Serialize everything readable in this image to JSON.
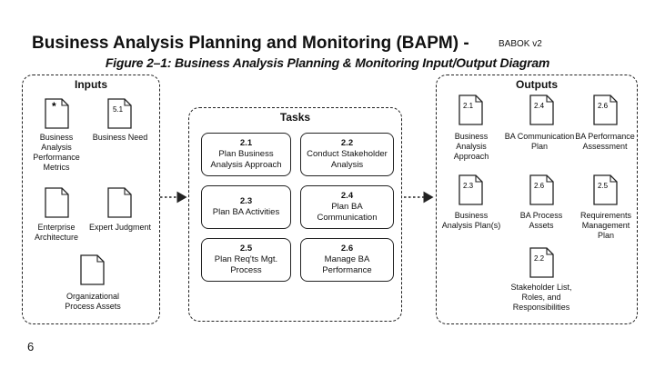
{
  "slide": {
    "title": "Business Analysis Planning and Monitoring (BAPM) -",
    "subtitle": "BABOK v2",
    "page_number": "6"
  },
  "figure": {
    "caption": "Figure 2–1: Business Analysis Planning & Monitoring Input/Output Diagram",
    "inputs": {
      "title": "Inputs",
      "items": [
        {
          "ref": "*",
          "label": "Business Analysis Performance Metrics"
        },
        {
          "ref": "5.1",
          "label": "Business Need"
        },
        {
          "ref": "",
          "label": "Enterprise Architecture"
        },
        {
          "ref": "",
          "label": "Expert Judgment"
        },
        {
          "ref": "",
          "label": "Organizational Process Assets"
        }
      ]
    },
    "tasks": {
      "title": "Tasks",
      "items": [
        {
          "id": "2.1",
          "label": "Plan Business Analysis Approach"
        },
        {
          "id": "2.2",
          "label": "Conduct Stakeholder Analysis"
        },
        {
          "id": "2.3",
          "label": "Plan BA Activities"
        },
        {
          "id": "2.4",
          "label": "Plan BA Communication"
        },
        {
          "id": "2.5",
          "label": "Plan Req'ts Mgt. Process"
        },
        {
          "id": "2.6",
          "label": "Manage BA Performance"
        }
      ]
    },
    "outputs": {
      "title": "Outputs",
      "items": [
        {
          "ref": "2.1",
          "label": "Business Analysis Approach"
        },
        {
          "ref": "2.4",
          "label": "BA Communication Plan"
        },
        {
          "ref": "2.6",
          "label": "BA Performance Assessment"
        },
        {
          "ref": "2.3",
          "label": "Business Analysis Plan(s)"
        },
        {
          "ref": "2.6",
          "label": "BA Process Assets"
        },
        {
          "ref": "2.5",
          "label": "Requirements Management Plan"
        },
        {
          "ref": "2.2",
          "label": "Stakeholder List, Roles, and Responsibilities"
        }
      ]
    }
  }
}
